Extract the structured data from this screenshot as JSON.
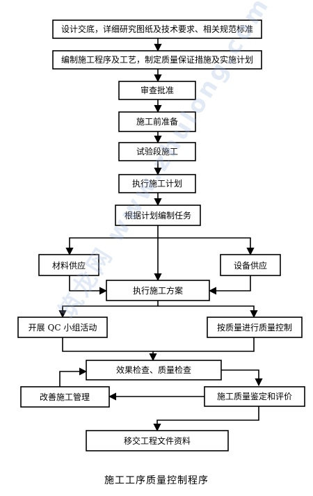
{
  "diagram": {
    "nodes": {
      "design_review": "设计交底，详细研究图纸及技术要求、相关规范标准",
      "prepare_program": "编制施工程序及工艺，制定质量保证措施及实施计划",
      "approval": "审查批准",
      "pre_construction": "施工前准备",
      "trial_section": "试验段施工",
      "execute_plan": "执行施工计划",
      "assign_tasks": "根据计划编制任务",
      "material_supply": "材料供应",
      "equipment_supply": "设备供应",
      "execute_scheme": "执行施工方案",
      "qc_group": "开展 QC 小组活动",
      "quality_control": "按质量进行质量控制",
      "effect_check": "效果检查、质量检查",
      "improve_management": "改善施工管理",
      "quality_evaluation": "施工质量鉴定和评价",
      "handover_docs": "移交工程文件资料"
    },
    "caption": "施工工序质量控制程序"
  },
  "watermark": "筑龙网 www.zhulong.com"
}
